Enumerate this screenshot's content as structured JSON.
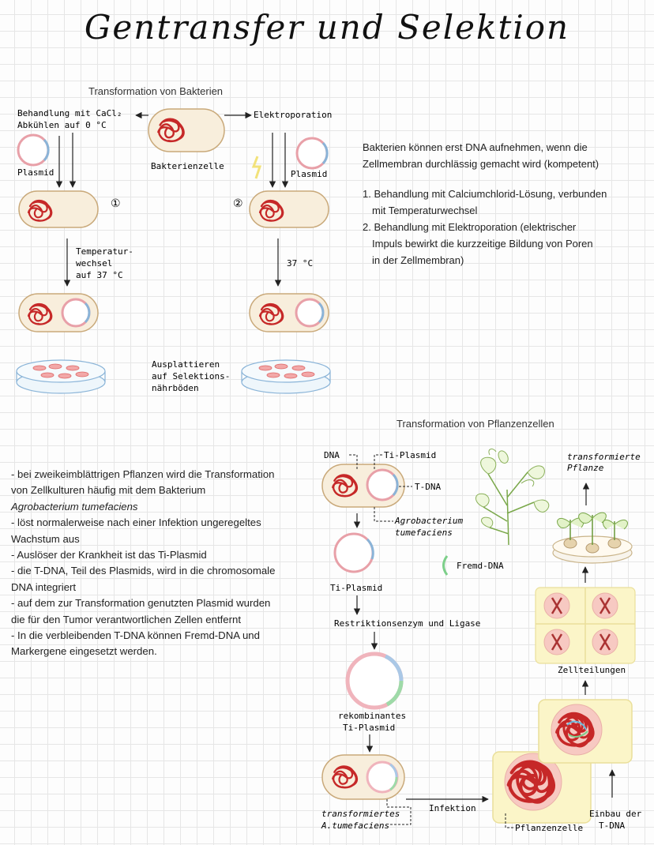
{
  "title": "Gentransfer und Selektion",
  "bacteria": {
    "heading": "Transformation von Bakterien",
    "method1_label_line1": "Behandlung mit CaCl₂",
    "method1_label_line2": "Abkühlen auf 0 °C",
    "method2_label": "Elektroporation",
    "cell_label": "Bakterienzelle",
    "plasmid_label_left": "Plasmid",
    "plasmid_label_right": "Plasmid",
    "step1_number": "①",
    "step2_number": "②",
    "temp_label_line1": "Temperatur-",
    "temp_label_line2": "wechsel",
    "temp_label_line3": "auf 37 °C",
    "temp_right": "37 °C",
    "plating_line1": "Ausplattieren",
    "plating_line2": "auf Selektions-",
    "plating_line3": "nährböden",
    "info_intro_line1": "Bakterien können erst DNA aufnehmen, wenn die",
    "info_intro_line2": "Zellmembran durchlässig gemacht wird (kompetent)",
    "info_item1_line1": "1. Behandlung mit Calciumchlorid-Lösung, verbunden",
    "info_item1_line2": "mit Temperaturwechsel",
    "info_item2_line1": "2. Behandlung mit Elektroporation (elektrischer",
    "info_item2_line2": "Impuls bewirkt die kurzzeitige Bildung von Poren",
    "info_item2_line3": "in der Zellmembran)"
  },
  "plants": {
    "heading": "Transformation von Pflanzenzellen",
    "list": [
      "- bei zweikeimblättrigen Pflanzen wird die Transformation",
      "von Zellkulturen häufig mit dem Bakterium",
      "Agrobacterium tumefaciens",
      "- löst normalerweise nach einer Infektion ungeregeltes",
      "Wachstum aus",
      "- Auslöser der Krankheit ist das Ti-Plasmid",
      "- die T-DNA, Teil des Plasmids, wird in die chromosomale",
      "DNA integriert",
      "- auf dem zur Transformation genutzten Plasmid wurden",
      "die für den Tumor verantwortlichen Zellen entfernt",
      "- In die verbleibenden T-DNA können Fremd-DNA und",
      "Markergene eingesetzt werden."
    ],
    "dna_label": "DNA",
    "ti_plasmid_label": "Ti-Plasmid",
    "tdna_label": "T-DNA",
    "agro_line1": "Agrobacterium",
    "agro_line2": "tumefaciens",
    "ti_plasmid_label2": "Ti-Plasmid",
    "fremd_dna_label": "Fremd-DNA",
    "enzyme_label": "Restriktionsenzym und Ligase",
    "recomb_line1": "rekombinantes",
    "recomb_line2": "Ti-Plasmid",
    "transformed_agro_line1": "transformiertes",
    "transformed_agro_line2": "A.tumefaciens",
    "infection_label": "Infektion",
    "plant_cell_label": "Pflanzenzelle",
    "einbau_line1": "Einbau der",
    "einbau_line2": "T-DNA",
    "zellteilungen_label": "Zellteilungen",
    "transformed_plant_line1": "transformierte",
    "transformed_plant_line2": "Pflanze"
  },
  "colors": {
    "cell_fill": "#f8eedc",
    "cell_stroke": "#c9a97a",
    "dna_red": "#c62828",
    "plasmid_pink": "#e8a0a8",
    "plasmid_blue": "#8ab4d8",
    "green": "#7dcf8a",
    "yellow_cell": "#fbf5c8"
  }
}
